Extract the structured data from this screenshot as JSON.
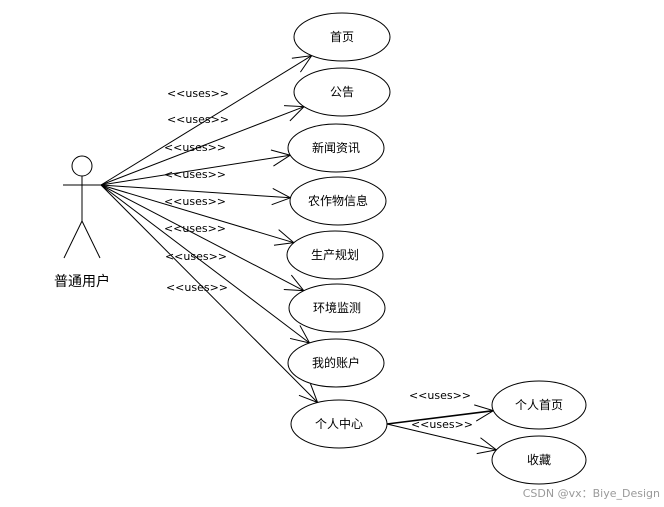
{
  "actor": {
    "label": "普通用户"
  },
  "relation_label": "<<uses>>",
  "use_cases": [
    {
      "id": "home",
      "label": "首页"
    },
    {
      "id": "notice",
      "label": "公告"
    },
    {
      "id": "news",
      "label": "新闻资讯"
    },
    {
      "id": "crop",
      "label": "农作物信息"
    },
    {
      "id": "plan",
      "label": "生产规划"
    },
    {
      "id": "env",
      "label": "环境监测"
    },
    {
      "id": "account",
      "label": "我的账户"
    },
    {
      "id": "center",
      "label": "个人中心"
    }
  ],
  "sub_use_cases": [
    {
      "id": "personal-home",
      "label": "个人首页"
    },
    {
      "id": "favorites",
      "label": "收藏"
    }
  ],
  "watermark": "CSDN @vx：Biye_Design"
}
